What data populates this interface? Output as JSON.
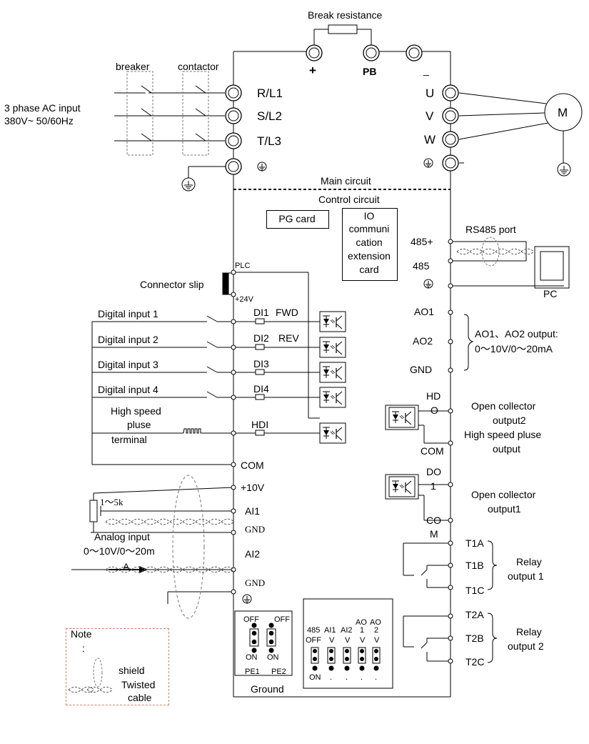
{
  "top": {
    "break_resistance": "Break resistance",
    "plus": "+",
    "pb": "PB",
    "minus": "_"
  },
  "power": {
    "breaker": "breaker",
    "contactor": "contactor",
    "input_line1": "3 phase AC input",
    "input_line2": "380V~ 50/60Hz",
    "r": "R/L1",
    "s": "S/L2",
    "t": "T/L3",
    "u": "U",
    "v": "V",
    "w": "W",
    "motor": "M",
    "main_circuit": "Main circuit",
    "control_circuit": "Control circuit"
  },
  "cards": {
    "pg": "PG card",
    "io_lines": [
      "IO",
      "communi",
      "cation",
      "extension",
      "card"
    ]
  },
  "comm": {
    "rs485_port": "RS485 port",
    "p485plus": "485+",
    "p485": "485",
    "pc": "PC"
  },
  "digital": {
    "connector": "Connector slip",
    "plc": "PLC",
    "plus24": "+24V",
    "in1": "Digital input 1",
    "in2": "Digital input 2",
    "in3": "Digital input 3",
    "in4": "Digital input 4",
    "hs1": "High speed",
    "hs2": "pluse",
    "hs3": "terminal",
    "di1": "DI1",
    "fwd": "FWD",
    "di2": "DI2",
    "rev": "REV",
    "di3": "DI3",
    "di4": "DI4",
    "hdi": "HDI",
    "com": "COM"
  },
  "analog": {
    "ao1": "AO1",
    "ao2": "AO2",
    "gnd": "GND",
    "ao_desc1": "AO1、AO2 output:",
    "ao_desc2": "0～10V/0～20mA",
    "p10v": "+10V",
    "ai1": "AI1",
    "gnd_a": "GND",
    "ai2": "AI2",
    "gnd_b": "GND",
    "pot": "1～5k",
    "analog_input": "Analog input",
    "analog_range": "0～10V/0～20m",
    "a_mark": "A"
  },
  "outputs": {
    "hd1": "HD",
    "hd2": "O",
    "com_label": "COM",
    "oc2_1": "Open collector",
    "oc2_2": "output2",
    "oc2_3": "High speed pluse",
    "oc2_4": "output",
    "do1": "DO",
    "do2": "1",
    "co": "CO",
    "m": "M",
    "oc1_1": "Open collector",
    "oc1_2": "output1",
    "t1a": "T1A",
    "t1b": "T1B",
    "t1c": "T1C",
    "relay1_1": "Relay",
    "relay1_2": "output 1",
    "t2a": "T2A",
    "t2b": "T2B",
    "t2c": "T2C",
    "relay2_1": "Relay",
    "relay2_2": "output 2"
  },
  "dip": {
    "off": "OFF",
    "on": "ON",
    "pe1": "PE1",
    "pe2": "PE2",
    "ground": "Ground",
    "h485": "485",
    "hai1": "AI1",
    "hai2": "AI2",
    "hao1a": "AO",
    "hao1b": "1",
    "hao2a": "AO",
    "hao2b": "2",
    "v": "V",
    "dot": "."
  },
  "note": {
    "title": "Note",
    "colon": ":",
    "shield": "shield",
    "twisted": "Twisted",
    "cable": "cable"
  }
}
